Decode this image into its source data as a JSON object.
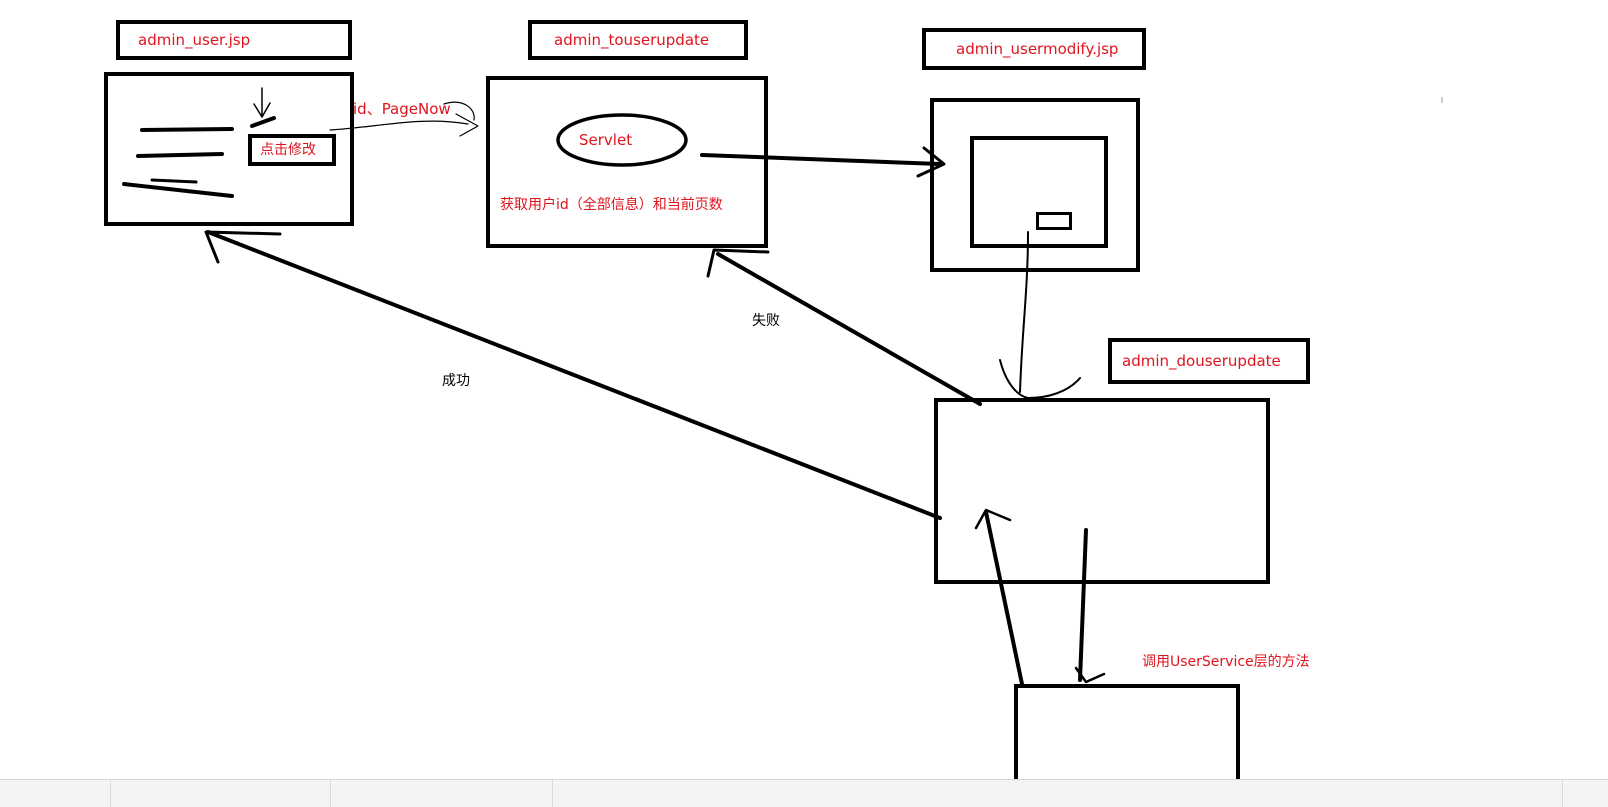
{
  "nodes": {
    "admin_user": {
      "title": "admin_user.jsp",
      "button_label": "点击修改"
    },
    "admin_touserupdate": {
      "title": "admin_touserupdate",
      "servlet_label": "Servlet",
      "description": "获取用户id（全部信息）和当前页数"
    },
    "admin_usermodify": {
      "title": "admin_usermodify.jsp"
    },
    "admin_douserupdate": {
      "title": "admin_douserupdate"
    },
    "service": {
      "note": "调用UserService层的方法"
    }
  },
  "edges": {
    "params_label": "id、PageNow",
    "failure_label": "失败",
    "success_label": "成功"
  },
  "colors": {
    "ink": "#000000",
    "annotation": "#e0141e",
    "background": "#ffffff"
  }
}
